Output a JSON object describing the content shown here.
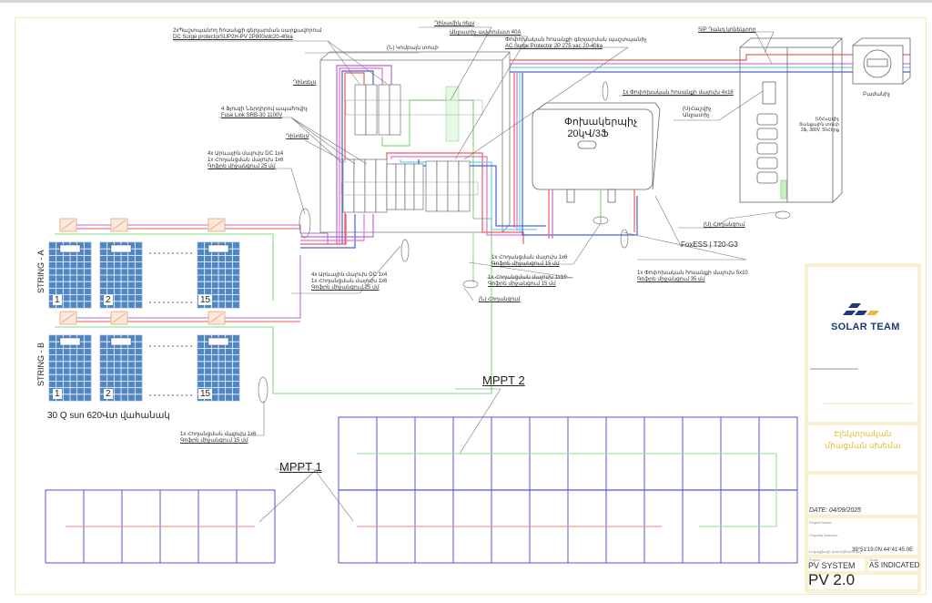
{
  "labels": {
    "dc_spd_line1": "2xՊաշտպանող հոսանքի գերլարման սարքավորում",
    "dc_spd_line2": "DC Surge protectorSUP2H-PV 2P800vdc20-40ka",
    "ac_box": "(Ն) Կոմբայն տուփ",
    "din_rail": "Դինամիկ ռելս",
    "ac_breaker": "Անջատիչ ավտոմատ 40A",
    "ac_spd_line1": "Փոփոխական հոսանքի գերլարման պաշտպանիչ",
    "ac_spd_line2": "AC Surge Protector 2P 275 vac 20-40ka",
    "sip": "SIP Դանդ կոնեկտոր",
    "switch": "Բաժանիչ",
    "cable_4x16": "1x Փոփոխական հոսանքի մալուխ 4x16",
    "meter": "(Ս)Հաշվիչ",
    "meter2": "Անջատիչ",
    "panel_note_1": "(Ս)Հաշվիչ",
    "panel_note_2": "Ցանցային տուփ",
    "panel_note_3": "3Ֆ, 380V, 50Հերց",
    "din_rail_1": "Դինռելս",
    "fuse_line1": "4 Ֆյուզի Ներդիրով ապահովիչ",
    "fuse_line2": "Fuse Link SRB-30 1100V",
    "din_rail_2": "Դինռելս",
    "dc_cable_a_1": "4x Արևային մալուխ DC 1x4",
    "dc_cable_a_2": "1x Հողանցման մալուխ 1x6",
    "dc_cable_a_3": "Գոֆրե միջանցում 25 մմ",
    "dc_cable_b_1": "4x Արևային մալուխ DC 1x4",
    "dc_cable_b_2": "1x Հողանցման մալուխ 1x6",
    "dc_cable_b_3": "Գոֆրե միջանցում 25 մմ",
    "ground_1x6_1": "1x Հողանցման մալուխ 1x6",
    "ground_1x6_2": "Գոֆրե միջանցում 15 մմ",
    "ground_1x10_1": "1x Հողանցման մալուխ 1x10",
    "ground_1x10_2": "Գոֆրե միջանցում 15 մմ",
    "ground_n": "(Ն) Հողանցում",
    "ground_s": "(Ս) Հողանցում",
    "ac_5x10_1": "1x Փոփոխական հոսանքի մալուխ 5x10",
    "ac_5x10_2": "Գոֆրե միջանցում 35 մմ",
    "inverter_model": "FoxESS | T20-G3",
    "ground_bottom_1": "1x Հողանցման մալուխ 1x6",
    "ground_bottom_2": "Գոֆրե միջանցում 15 մմ"
  },
  "inverter": {
    "title_line1": "Փոխակերպիչ",
    "title_line2": "20կՎ/3Ֆ"
  },
  "strings": [
    {
      "label": "STRING - A",
      "panels": [
        "1",
        "2",
        "15"
      ]
    },
    {
      "label": "STRING - B",
      "panels": [
        "1",
        "2",
        "15"
      ]
    }
  ],
  "panel_caption": "30 Q sun 620Վտ վահանակ",
  "mppt": {
    "mppt1": "MPPT 1",
    "mppt2": "MPPT 2"
  },
  "title_block": {
    "company": "SOLAR TEAM",
    "drawing_title_1": "Էլեկտրական",
    "drawing_title_2": "միացման սխեմա",
    "date": "DATE: 04/09/2025",
    "project_name_label": "Project Name:",
    "property_address_label": "Property Address:",
    "address_dash": "-",
    "coordinates_label": "Լոկացիայի կոորդինատներ",
    "coordinates": "39°51'19.0N 44°41'45.0E",
    "project_label": "Project",
    "project": "PV SYSTEM",
    "scale_label": "Scale",
    "scale": "AS INDICATED",
    "revision": "PV 2.0"
  },
  "colors": {
    "red": "#ee5a5a",
    "pink": "#e76fd6",
    "purple": "#b66bd6",
    "blue": "#4c5fe0",
    "cyan": "#66d6e6",
    "green": "#7fdf7f",
    "panel_blue": "#4f86c6",
    "layout_blue": "#5555dd",
    "logo_navy": "#1e3a78",
    "logo_yellow": "#f2b63b",
    "title_yellow": "#e5c03a"
  }
}
